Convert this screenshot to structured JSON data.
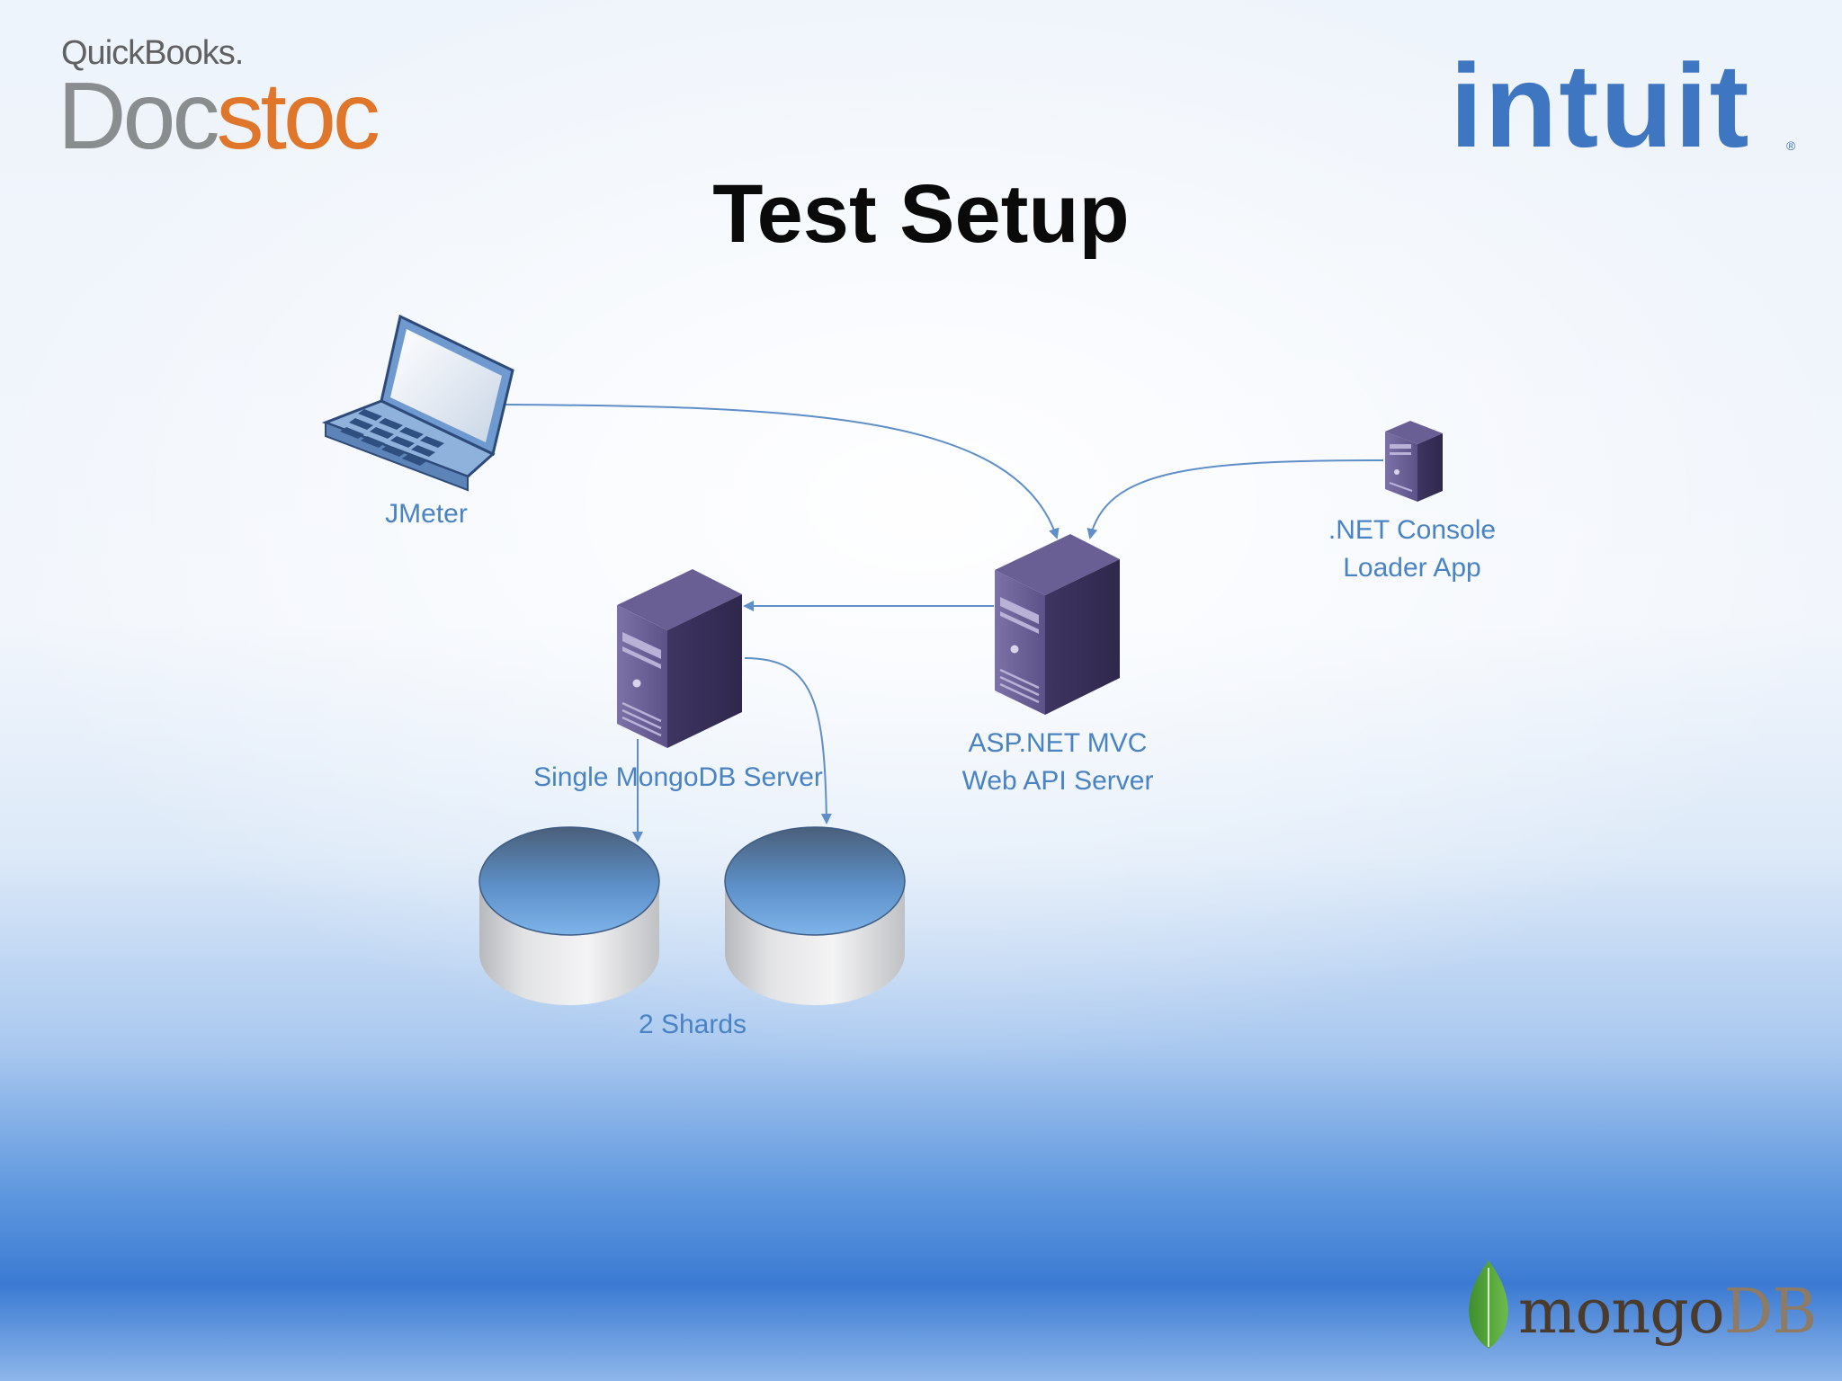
{
  "header": {
    "quickbooks": "QuickBooks.",
    "docstoc_doc": "Doc",
    "docstoc_stoc": "stoc",
    "intuit": "intuit",
    "intuit_mark": "®"
  },
  "slide": {
    "title": "Test Setup"
  },
  "diagram": {
    "nodes": {
      "jmeter": "JMeter",
      "console_app": ".NET Console\nLoader App",
      "api_server": "ASP.NET MVC\nWeb API Server",
      "mongo_server": "Single MongoDB Server",
      "shards": "2 Shards"
    },
    "edges": [
      {
        "from": "jmeter",
        "to": "api_server"
      },
      {
        "from": "console_app",
        "to": "api_server"
      },
      {
        "from": "api_server",
        "to": "mongo_server"
      },
      {
        "from": "mongo_server",
        "to": "shard_1"
      },
      {
        "from": "mongo_server",
        "to": "shard_2"
      }
    ]
  },
  "footer": {
    "mongo_text": "mongo",
    "mongo_db": "DB"
  },
  "colors": {
    "arrow": "#5f8ec8",
    "label": "#4a83c4",
    "server": "#4a3e72",
    "intuit_blue": "#3e76c2",
    "docstoc_orange": "#e0762a"
  }
}
